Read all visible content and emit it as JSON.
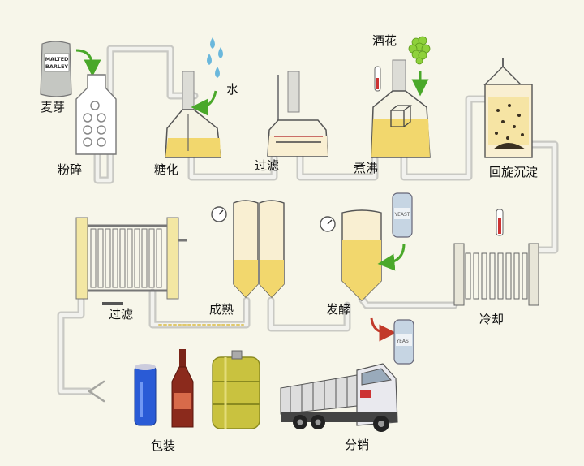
{
  "labels": {
    "malt": "麦芽",
    "milling": "粉碎",
    "mashing": "糖化",
    "water": "水",
    "lautering": "过滤",
    "hops": "酒花",
    "boiling": "煮沸",
    "whirlpool": "回旋沉淀",
    "cooling": "冷却",
    "fermentation": "发酵",
    "maturation": "成熟",
    "filtration": "过滤",
    "packaging": "包装",
    "distribution": "分销"
  },
  "sack_text": [
    "MALTED",
    "BARLEY"
  ],
  "yeast_label": "YEAST",
  "colors": {
    "background": "#f7f6ea",
    "pipe": "#c9c9c4",
    "pipe_inner": "#f2f2ee",
    "vessel": "#f5f3e4",
    "wort": "#f2d76d",
    "beer": "#f3dd8e",
    "arrow_green": "#4aa82a",
    "arrow_red": "#c23a2a",
    "hops": "#8ed13b",
    "water": "#6bb8dc",
    "keg": "#c9c23f",
    "truck_cab": "#e9e9ee",
    "truck_bed": "#999"
  }
}
